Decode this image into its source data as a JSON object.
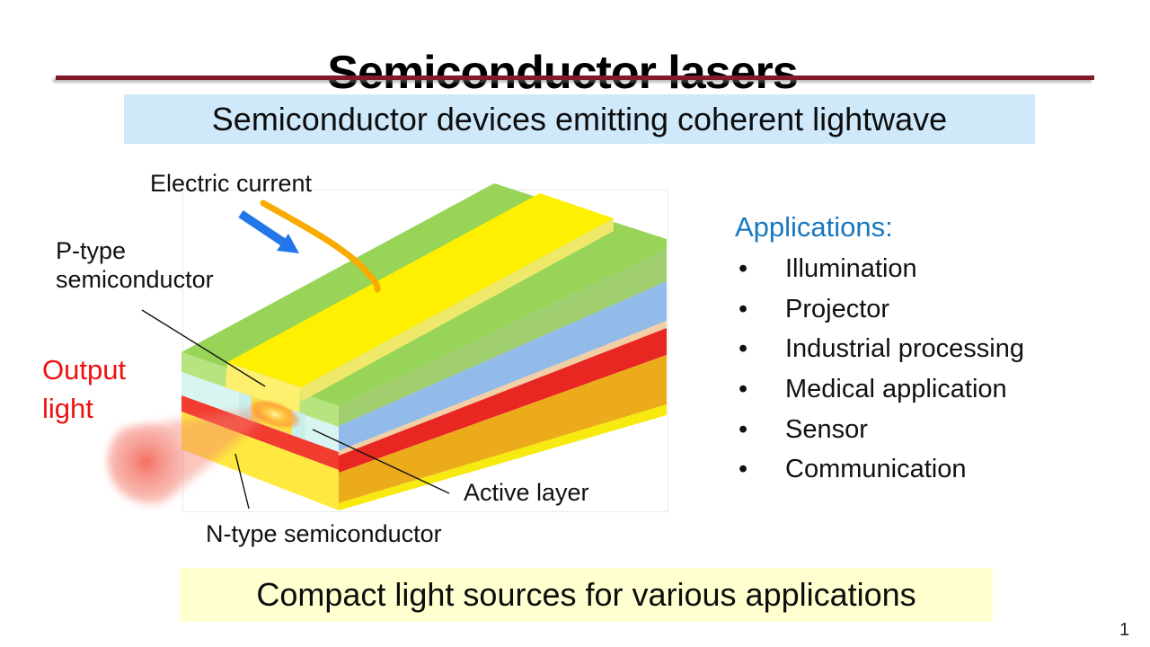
{
  "slide": {
    "title": "Semiconductor lasers",
    "page_number": "1",
    "divider_color": "#7f1b2b"
  },
  "banner_top": {
    "text": "Semiconductor devices emitting coherent lightwave",
    "bg": "#cfe9fb"
  },
  "banner_bottom": {
    "text": "Compact light sources for various applications",
    "bg": "#ffffcf"
  },
  "applications": {
    "heading": "Applications:",
    "heading_color": "#1878c0",
    "bullet": "•",
    "items": [
      "Illumination",
      "Projector",
      "Industrial processing",
      "Medical application",
      "Sensor",
      "Communication"
    ]
  },
  "diagram": {
    "labels": {
      "electric_current": "Electric current",
      "p_type": "P-type semiconductor",
      "output_light": "Output light",
      "active_layer": "Active layer",
      "n_type": "N-type semiconductor"
    },
    "output_light_color": "#ee1111",
    "colors": {
      "top_face_green": "#97d457",
      "facet_green": "#b7e47e",
      "side_green": "#a0ce6e",
      "ridge_top_yellow": "#ffef00",
      "ridge_flank_yellow": "#eee96a",
      "ridge_cap_yellow": "#fdf06e",
      "stem_yellow": "#f9df45",
      "facet_cyan": "#d8f5f1",
      "stem_cyan": "#c8efeb",
      "facet_red": "#f23c30",
      "facet_yellow": "#ffe940",
      "side_blue": "#93bbe9",
      "side_peach": "#f2cfa4",
      "side_red": "#e82722",
      "side_orange": "#ecab1b",
      "side_bottom_yellow": "#f6ea0f",
      "current_arrow_blue": "#2276e9",
      "wire_orange": "#f9ab00",
      "beam_red": "#f4806e"
    }
  }
}
